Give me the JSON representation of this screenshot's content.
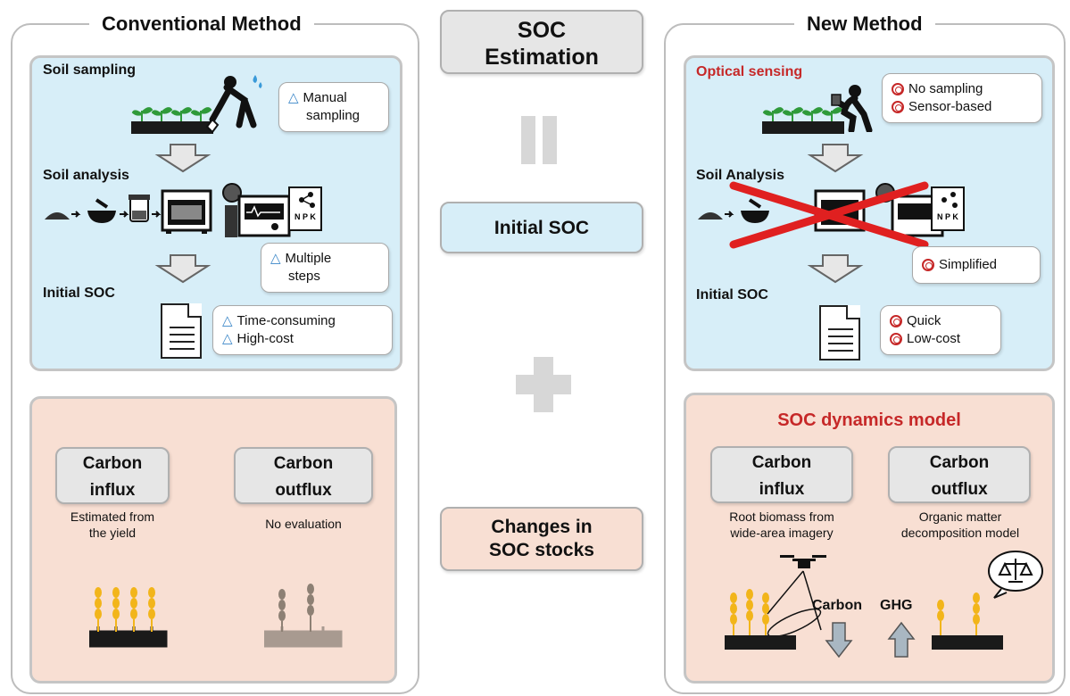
{
  "center": {
    "header_line1": "SOC",
    "header_line2": "Estimation",
    "initial": "Initial SOC",
    "changes_line1": "Changes in",
    "changes_line2": "SOC stocks"
  },
  "conventional": {
    "title": "Conventional Method",
    "sampling_label": "Soil sampling",
    "sampling_note_line1": "Manual",
    "sampling_note_line2": "sampling",
    "analysis_label": "Soil analysis",
    "analysis_note_line1": "Multiple",
    "analysis_note_line2": "steps",
    "initial_label": "Initial SOC",
    "initial_note_1": "Time-consuming",
    "initial_note_2": "High-cost",
    "influx_line1": "Carbon",
    "influx_line2": "influx",
    "influx_desc_line1": "Estimated from",
    "influx_desc_line2": "the yield",
    "outflux_line1": "Carbon",
    "outflux_line2": "outflux",
    "outflux_desc": "No evaluation",
    "note_symbol": "△",
    "note_color": "#3a86c8"
  },
  "new_method": {
    "title": "New Method",
    "sensing_label": "Optical sensing",
    "sensing_note_1": "No sampling",
    "sensing_note_2": "Sensor-based",
    "analysis_label": "Soil Analysis",
    "analysis_note": "Simplified",
    "initial_label": "Initial SOC",
    "initial_note_1": "Quick",
    "initial_note_2": "Low-cost",
    "model_title": "SOC dynamics model",
    "influx_line1": "Carbon",
    "influx_line2": "influx",
    "influx_desc_line1": "Root biomass from",
    "influx_desc_line2": "wide-area imagery",
    "outflux_line1": "Carbon",
    "outflux_line2": "outflux",
    "outflux_desc_line1": "Organic matter",
    "outflux_desc_line2": "decomposition model",
    "carbon_label": "Carbon",
    "ghg_label": "GHG",
    "accent_color": "#c62828"
  },
  "icons": [
    "seedling-icon",
    "farmer-shovel-icon",
    "water-drop-icon",
    "bowl-icon",
    "mortar-icon",
    "jar-icon",
    "oven-icon",
    "analyzer-icon",
    "npk-sheet-icon",
    "document-icon",
    "wheat-icon",
    "dry-wheat-icon",
    "sensor-person-icon",
    "cross-icon",
    "drone-icon",
    "scale-icon",
    "down-arrow-icon",
    "up-arrow-icon",
    "equals-icon",
    "plus-icon"
  ]
}
